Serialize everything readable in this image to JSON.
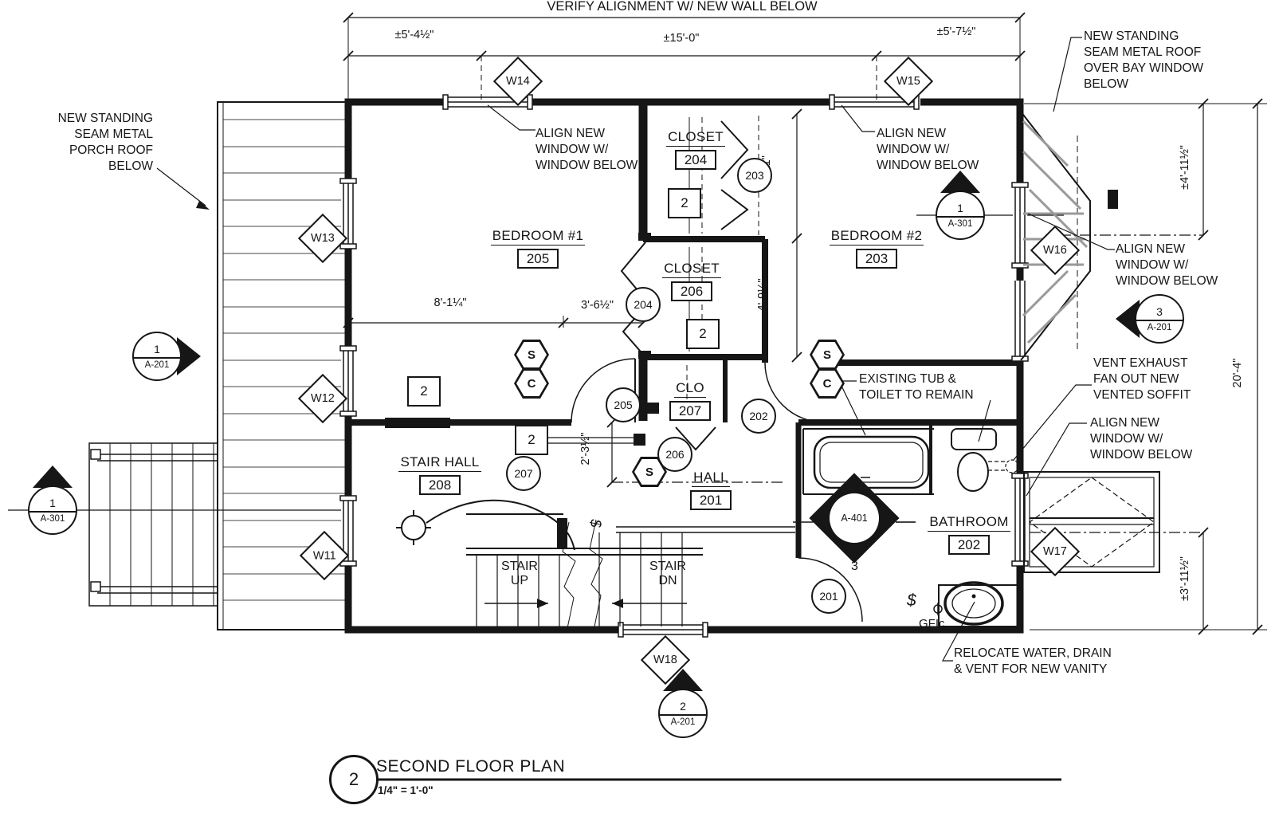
{
  "drawing": {
    "verify_note": "VERIFY ALIGNMENT W/ NEW WALL BELOW",
    "title_block": {
      "number": "2",
      "title": "SECOND FLOOR PLAN",
      "scale": "1/4\" = 1'-0\""
    }
  },
  "notes": {
    "porch_roof": "NEW STANDING\nSEAM METAL\nPORCH ROOF\nBELOW",
    "bay_roof": "NEW STANDING\nSEAM METAL ROOF\nOVER BAY WINDOW\nBELOW",
    "align_window": "ALIGN NEW\nWINDOW W/\nWINDOW BELOW",
    "tub_toilet": "EXISTING TUB &\nTOILET TO REMAIN",
    "vent_fan": "VENT EXHAUST\nFAN OUT NEW\nVENTED SOFFIT",
    "relocate": "RELOCATE WATER, DRAIN\n& VENT FOR NEW VANITY"
  },
  "dimensions": {
    "top_left": "±5'-4½\"",
    "top_mid": "±15'-0\"",
    "top_right": "±5'-7½\"",
    "closet_run": "4'-11\"",
    "closet_run2": "4'-9¼\"",
    "bedroom1_width": "8'-1¼\"",
    "closet_depth": "3'-6½\"",
    "hall_offset": "2'-3½\"",
    "bay_width": "±4'-11½\"",
    "dormer_width": "±3'-11½\"",
    "overall_depth": "20'-4\""
  },
  "rooms": [
    {
      "name": "BEDROOM #1",
      "number": "205"
    },
    {
      "name": "BEDROOM #2",
      "number": "203"
    },
    {
      "name": "CLOSET",
      "number": "204"
    },
    {
      "name": "CLOSET",
      "number": "206"
    },
    {
      "name": "CLO",
      "number": "207"
    },
    {
      "name": "STAIR HALL",
      "number": "208"
    },
    {
      "name": "HALL",
      "number": "201"
    },
    {
      "name": "BATHROOM",
      "number": "202"
    }
  ],
  "window_tags": [
    "W11",
    "W12",
    "W13",
    "W14",
    "W15",
    "W16",
    "W17",
    "W18"
  ],
  "door_tags": [
    "201",
    "202",
    "203",
    "204",
    "205",
    "206",
    "207"
  ],
  "type_tag": "2",
  "symbols": {
    "smoke": "S",
    "co": "C",
    "switch": "$",
    "gfi": "GFIc"
  },
  "stairs": {
    "up": "STAIR\nUP",
    "dn": "STAIR\nDN"
  },
  "section_markers": [
    {
      "number": "1",
      "sheet": "A-201"
    },
    {
      "number": "1",
      "sheet": "A-301"
    },
    {
      "number": "1",
      "sheet": "A-301"
    },
    {
      "number": "3",
      "sheet": "A-201"
    },
    {
      "number": "2",
      "sheet": "A-201"
    }
  ],
  "detail_marker": {
    "sheet": "A-401",
    "number": "3"
  }
}
